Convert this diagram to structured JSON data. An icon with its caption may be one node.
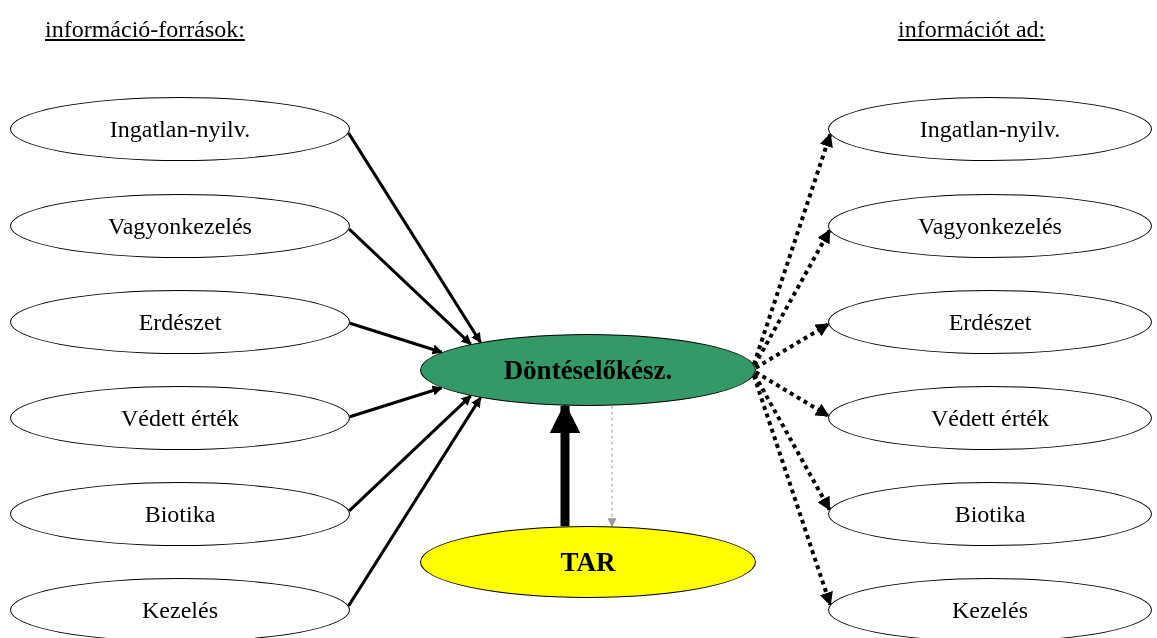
{
  "diagram": {
    "nodes": [
      {
        "text": [
          "Ingatlan-nyilv."
        ]
      },
      {
        "text": [
          "Vagyonkezelés"
        ]
      },
      {
        "text": [
          "Erdészet"
        ]
      },
      {
        "text": [
          "Védett érték"
        ]
      },
      {
        "text": [
          "Biotika"
        ]
      },
      {
        "text": [
          "Kezelés"
        ]
      },
      {
        "text": [
          "Döntéselőkész."
        ]
      },
      {
        "text": [
          "TAR"
        ]
      },
      {
        "text": [
          "Ingatlan-nyilv."
        ]
      },
      {
        "text": [
          "Vagyonkezelés"
        ]
      },
      {
        "text": [
          "Erdészet"
        ]
      },
      {
        "text": [
          "Védett érték"
        ]
      },
      {
        "text": [
          "Biotika"
        ]
      },
      {
        "text": [
          "Kezelés"
        ]
      }
    ],
    "edges": [
      {
        "from": 0,
        "to": 6,
        "arrow": "to"
      },
      {
        "from": 1,
        "to": 6,
        "arrow": "to"
      },
      {
        "from": 2,
        "to": 6,
        "arrow": "to"
      },
      {
        "from": 3,
        "to": 6,
        "arrow": "to"
      },
      {
        "from": 4,
        "to": 6,
        "arrow": "to"
      },
      {
        "from": 5,
        "to": 6,
        "arrow": "to"
      },
      {
        "from": 7,
        "to": 6,
        "arrow": "to",
        "style": "thick"
      },
      {
        "from": 6,
        "to": 7,
        "arrow": "to",
        "style": "dashed",
        "color": "#999999"
      },
      {
        "from": 6,
        "to": 8,
        "arrow": "to",
        "style": "dashed"
      },
      {
        "from": 6,
        "to": 9,
        "arrow": "to",
        "style": "dashed"
      },
      {
        "from": 6,
        "to": 10,
        "arrow": "to",
        "style": "dashed"
      },
      {
        "from": 6,
        "to": 11,
        "arrow": "to",
        "style": "dashed"
      },
      {
        "from": 6,
        "to": 12,
        "arrow": "to",
        "style": "dashed"
      },
      {
        "from": 6,
        "to": 13,
        "arrow": "to",
        "style": "dashed"
      }
    ],
    "labels": [
      "információ-források:",
      "információt ad:"
    ]
  }
}
